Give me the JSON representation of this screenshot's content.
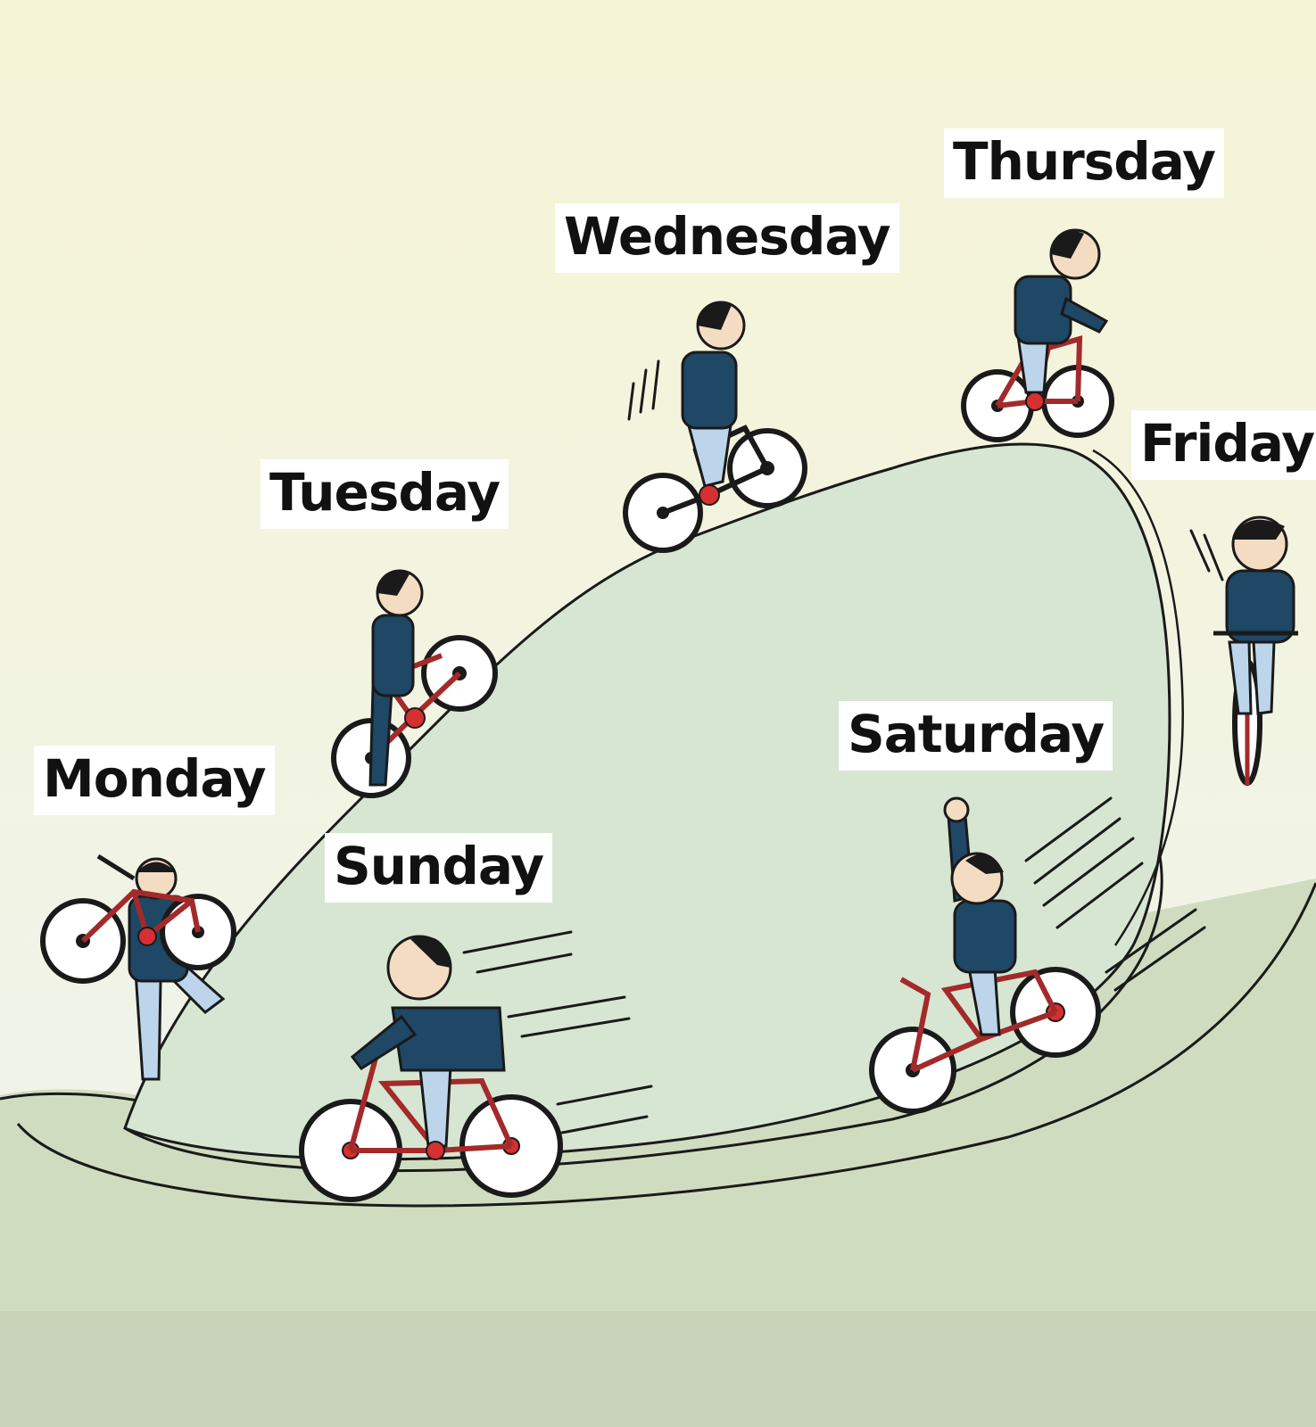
{
  "days": {
    "monday": "Monday",
    "tuesday": "Tuesday",
    "wednesday": "Wednesday",
    "thursday": "Thursday",
    "friday": "Friday",
    "saturday": "Saturday",
    "sunday": "Sunday"
  },
  "colors": {
    "sky_top": "#f6f4d6",
    "sky_bottom": "#eef3ee",
    "hill": "#d6e6d2",
    "ground": "#cfdcc0",
    "bottom_band": "#b9c7a6",
    "line": "#1a1a1a",
    "shirt": "#1f4766",
    "jeans": "#bcd5ea",
    "skin": "#f4dcc2",
    "bike_frame": "#a32a2a",
    "hub": "#d63030",
    "label_bg": "#ffffff",
    "label_text": "#111111"
  }
}
